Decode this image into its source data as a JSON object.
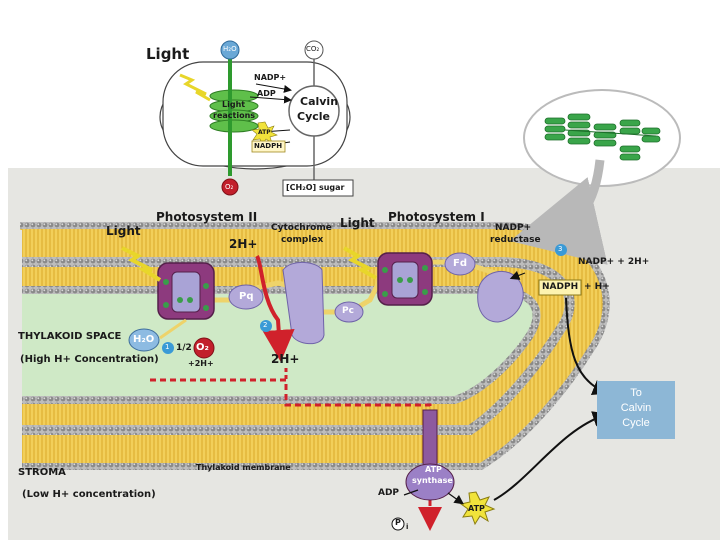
{
  "inset": {
    "light": "Light",
    "h2o": "H₂O",
    "co2": "CO₂",
    "nadp": "NADP+",
    "adp": "ADP",
    "light_reactions_1": "Light",
    "light_reactions_2": "reactions",
    "calvin_1": "Calvin",
    "calvin_2": "Cycle",
    "atp": "ATP",
    "nadph": "NADPH",
    "o2": "O₂",
    "sugar": "[CH₂O] sugar"
  },
  "labels": {
    "light_left": "Light",
    "photosystem_ii": "Photosystem II",
    "h_top": "2H+",
    "cytochrome_1": "Cytochrome",
    "cytochrome_2": "complex",
    "light_right": "Light",
    "photosystem_i": "Photosystem I",
    "nadp_reductase_1": "NADP+",
    "nadp_reductase_2": "reductase",
    "nadp_2h": "NADP+ + 2H+",
    "nadph": "NADPH",
    "plus_h": "+ H+",
    "pq": "Pq",
    "pc": "Pc",
    "fd": "Fd",
    "h2o": "H₂O",
    "half": "1/2",
    "o2": "O₂",
    "plus_2h": "+2H+",
    "h_bottom": "2H+",
    "thylakoid_space": "THYLAKOID SPACE",
    "high_h": "(High H+ Concentration)",
    "stroma": "STROMA",
    "low_h": "(Low H+ concentration)",
    "thylakoid_membrane": "Thylakoid membrane",
    "adp": "ADP",
    "pi": "P",
    "pi_sub": "i",
    "atp_synthase_1": "ATP",
    "atp_synthase_2": "synthase",
    "atp": "ATP",
    "to_calvin_1": "To",
    "to_calvin_2": "Calvin",
    "to_calvin_3": "Cycle",
    "step1": "1",
    "step2": "2",
    "step3": "3"
  }
}
